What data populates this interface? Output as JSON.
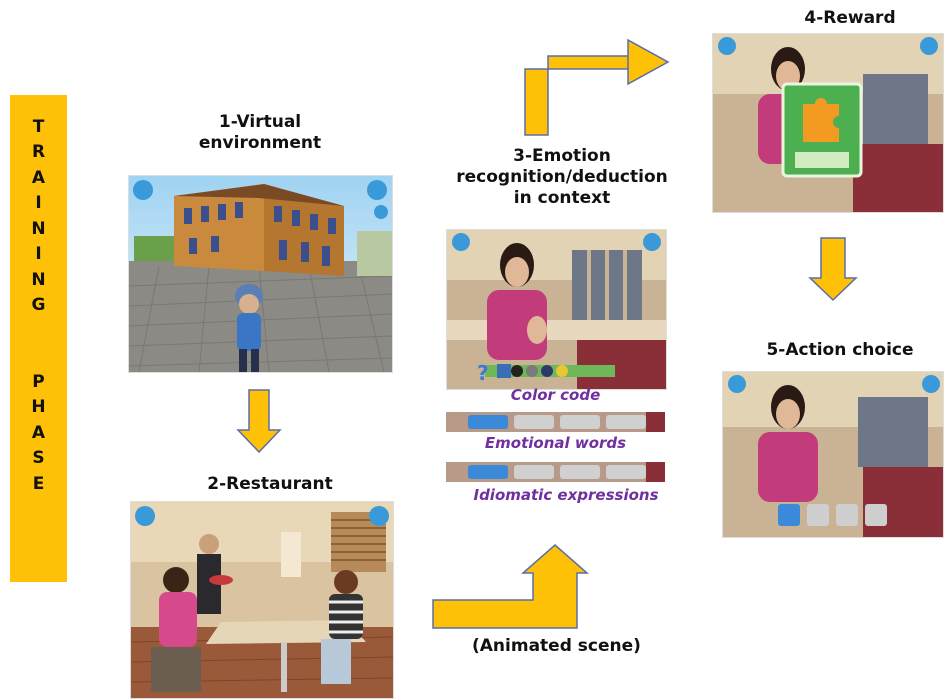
{
  "phase_label": [
    "T",
    "R",
    "A",
    "I",
    "N",
    "I",
    "N",
    "G",
    "",
    "P",
    "H",
    "A",
    "S",
    "E"
  ],
  "steps": {
    "s1": [
      "1-Virtual",
      "environment"
    ],
    "s2": "2-Restaurant",
    "s3": [
      "3-Emotion",
      "recognition/deduction",
      "in context"
    ],
    "s4": "4-Reward",
    "s5": "5-Action choice"
  },
  "captions": {
    "color_code": "Color code",
    "emotional_words": "Emotional words",
    "idiomatic": "Idiomatic expressions",
    "animated": "(Animated scene)"
  },
  "colors": {
    "accent": "#ffc107",
    "caption": "#7030a0",
    "arrow_stroke": "#5a6ea8"
  }
}
